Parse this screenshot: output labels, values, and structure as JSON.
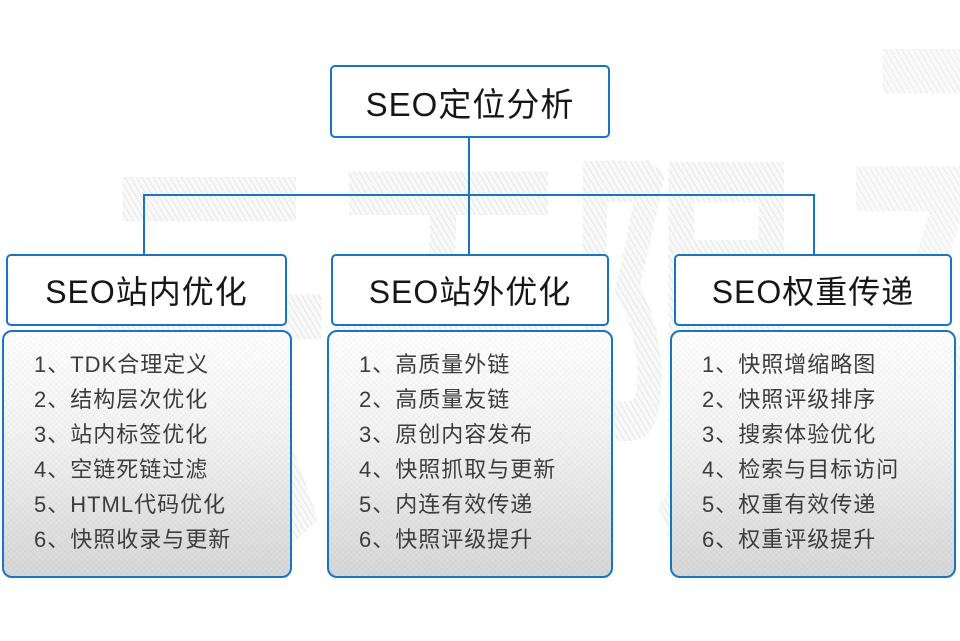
{
  "diagram": {
    "root": {
      "title": "SEO定位分析"
    },
    "watermark": {
      "text": "云无限"
    },
    "columns": [
      {
        "title": "SEO站内优化",
        "items": [
          "1、TDK合理定义",
          "2、结构层次优化",
          "3、站内标签优化",
          "4、空链死链过滤",
          "5、HTML代码优化",
          "6、快照收录与更新"
        ]
      },
      {
        "title": "SEO站外优化",
        "items": [
          "1、高质量外链",
          "2、高质量友链",
          "3、原创内容发布",
          "4、快照抓取与更新",
          "5、内连有效传递",
          "6、快照评级提升"
        ]
      },
      {
        "title": "SEO权重传递",
        "items": [
          "1、快照增缩略图",
          "2、快照评级排序",
          "3、搜索体验优化",
          "4、检索与目标访问",
          "5、权重有效传递",
          "6、权重评级提升"
        ]
      }
    ],
    "colors": {
      "accent_blue": "#1974c4",
      "heading_text": "#161616",
      "list_text": "#3c3c3c",
      "panel_gradient_end": "#d8d8d8",
      "watermark_gray": "#e9e9e9"
    }
  }
}
